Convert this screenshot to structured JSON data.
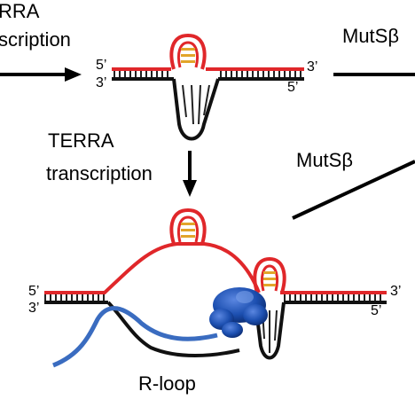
{
  "labels": {
    "terra_top_partial": "RRA",
    "transcription_top_partial": "scription",
    "mutsb_top": "MutSβ",
    "mutsb_mid": "MutSβ",
    "terra": "TERRA",
    "transcription": "transcription",
    "rloop": "R-loop",
    "top_5prime_left": "5’",
    "top_3prime_left": "3’",
    "top_3prime_right": "3’",
    "top_5prime_right": "5’",
    "bot_5prime_left": "5’",
    "bot_3prime_left": "3’",
    "bot_3prime_right": "3’",
    "bot_5prime_right": "5’"
  },
  "colors": {
    "rna_strand": "#e0272a",
    "dna_strand": "#111111",
    "terra_rna": "#3a6cc0",
    "g_quartet": "#e2a52a",
    "protein": "#1c4fb0"
  }
}
